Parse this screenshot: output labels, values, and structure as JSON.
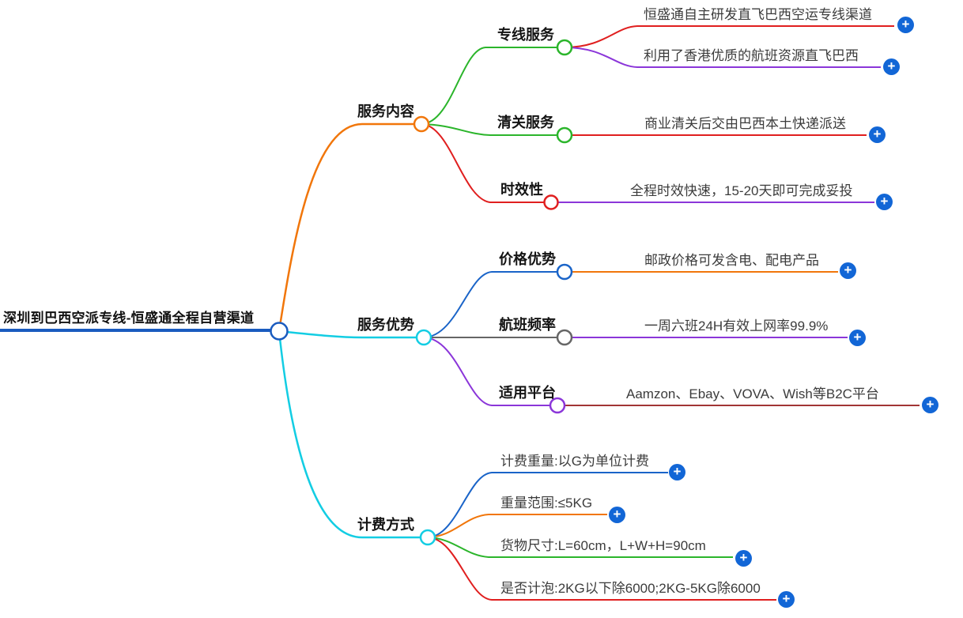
{
  "diagram": {
    "root": {
      "label": "深圳到巴西空派专线-恒盛通全程自营渠道"
    },
    "branches": [
      {
        "label": "服务内容",
        "children": [
          {
            "label": "专线服务",
            "leaves": [
              {
                "label": "恒盛通自主研发直飞巴西空运专线渠道"
              },
              {
                "label": "利用了香港优质的航班资源直飞巴西"
              }
            ]
          },
          {
            "label": "清关服务",
            "leaves": [
              {
                "label": "商业清关后交由巴西本土快递派送"
              }
            ]
          },
          {
            "label": "时效性",
            "leaves": [
              {
                "label": "全程时效快速，15-20天即可完成妥投"
              }
            ]
          }
        ]
      },
      {
        "label": "服务优势",
        "children": [
          {
            "label": "价格优势",
            "leaves": [
              {
                "label": "邮政价格可发含电、配电产品"
              }
            ]
          },
          {
            "label": "航班频率",
            "leaves": [
              {
                "label": "一周六班24H有效上网率99.9%"
              }
            ]
          },
          {
            "label": "适用平台",
            "leaves": [
              {
                "label": "Aamzon、Ebay、VOVA、Wish等B2C平台"
              }
            ]
          }
        ]
      },
      {
        "label": "计费方式",
        "children": [],
        "leaves": [
          {
            "label": "计费重量:以G为单位计费"
          },
          {
            "label": "重量范围:≤5KG"
          },
          {
            "label": "货物尺寸:L=60cm，L+W+H=90cm"
          },
          {
            "label": "是否计泡:2KG以下除6000;2KG-5KG除6000"
          }
        ]
      }
    ]
  },
  "icons": {
    "plus": "+"
  },
  "colors": {
    "root_blue": "#1a5bbf",
    "orange": "#f1760a",
    "green": "#2bb52b",
    "red": "#e01f1f",
    "purple": "#8b36d9",
    "cyan": "#13cde3",
    "blue": "#1a64c8",
    "gray": "#666666",
    "maroon": "#a23535",
    "plus_blue": "#1266d6"
  }
}
